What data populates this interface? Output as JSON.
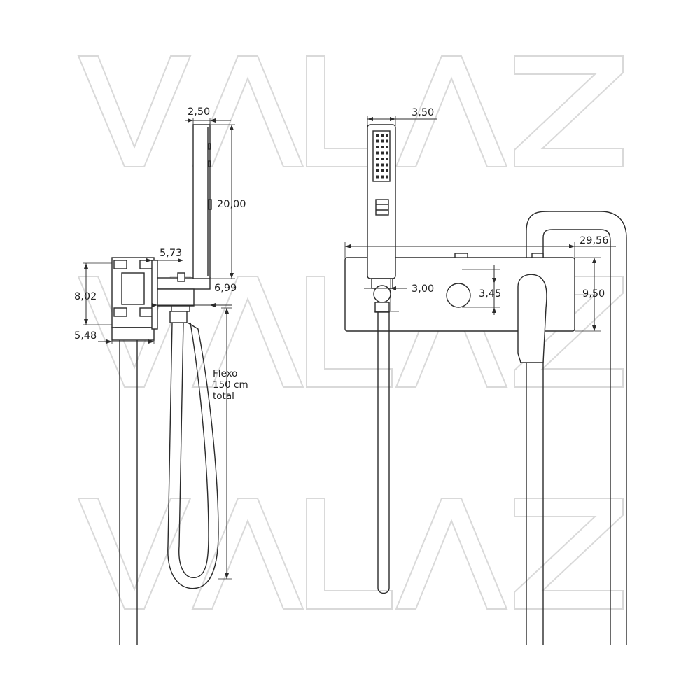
{
  "watermark": {
    "text": "VALAZ"
  },
  "dimensions": {
    "side_head_width": "2,50",
    "side_head_length": "20,00",
    "side_box_depth": "5,73",
    "side_outlet": "6,99",
    "side_box_height": "8,02",
    "side_flange": "5,48",
    "front_head_width": "3,50",
    "front_plate_width": "29,56",
    "front_holder": "3,00",
    "front_knob": "3,45",
    "front_plate_height": "9,50"
  },
  "hose_note": [
    "Flexo",
    "150 cm",
    "total"
  ],
  "colors": {
    "line": "#2b2b2b",
    "watermark": "#d9d9d9",
    "background": "#ffffff"
  }
}
